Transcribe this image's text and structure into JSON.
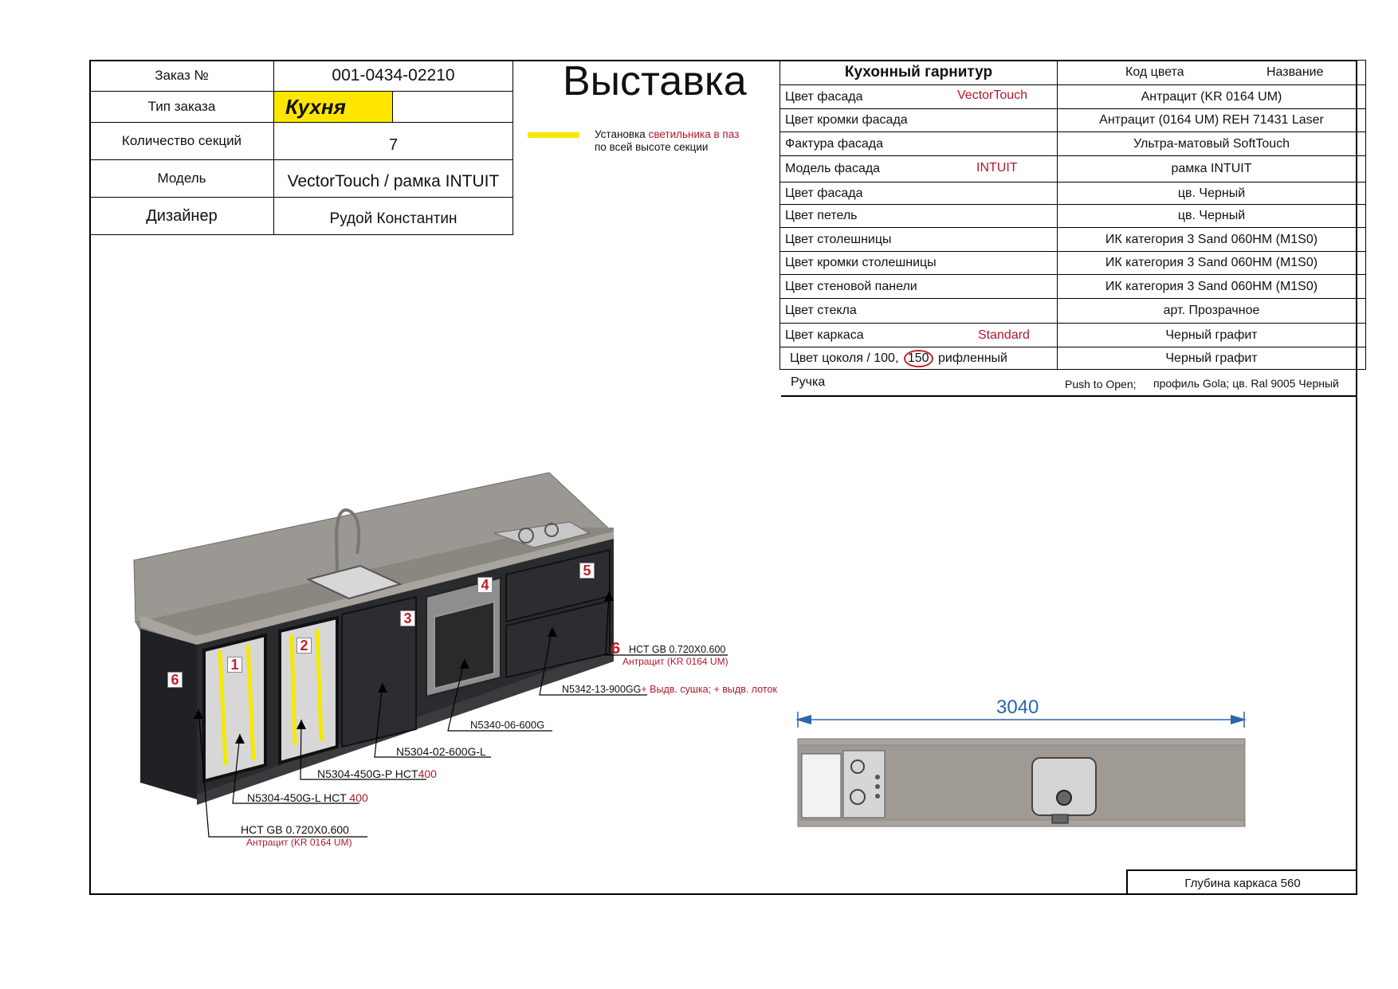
{
  "title": "Выставка",
  "order": {
    "rows": [
      {
        "label": "Заказ №",
        "value": "001-0434-02210"
      },
      {
        "label": "Тип заказа",
        "value": "Кухня"
      },
      {
        "label": "Количество секций",
        "value": "7"
      },
      {
        "label": "Модель",
        "value": "VectorTouch / рамка INTUIT"
      },
      {
        "label": "Дизайнер",
        "value": "Рудой Константин"
      }
    ]
  },
  "legend": {
    "line1_prefix": "Установка",
    "line1_red": "светильника в паз",
    "line2": "по всей высоте секции",
    "color": "#f5e900"
  },
  "specs": {
    "header": {
      "label": "Кухонный гарнитур",
      "code_col": "Код цвета",
      "name_col": "Название"
    },
    "rows": [
      {
        "label": "Цвет фасада",
        "note": "VectorTouch",
        "value": "Антрацит (KR 0164 UM)"
      },
      {
        "label": "Цвет кромки фасада",
        "note": "",
        "value": "Антрацит (0164 UM) REH 71431 Laser"
      },
      {
        "label": "Фактура фасада",
        "note": "",
        "value": "Ультра-матовый SoftTouch"
      },
      {
        "label": "Модель фасада",
        "note": "INTUIT",
        "value": "рамка INTUIT"
      },
      {
        "label": "Цвет фасада",
        "note": "",
        "value": "цв. Черный"
      },
      {
        "label": "Цвет петель",
        "note": "",
        "value": "цв. Черный"
      },
      {
        "label": "Цвет столешницы",
        "note": "",
        "value": "ИК категория 3 Sand  060HM (M1S0)"
      },
      {
        "label": "Цвет кромки столешницы",
        "note": "",
        "value": "ИК категория 3 Sand  060HM (M1S0)"
      },
      {
        "label": "Цвет стеновой панели",
        "note": "",
        "value": "ИК категория 3 Sand  060HM (M1S0)"
      },
      {
        "label": "Цвет стекла",
        "note": "",
        "value": "арт. Прозрачное"
      },
      {
        "label": "Цвет каркаса",
        "note": "Standard",
        "value": "Черный графит"
      }
    ],
    "plinth": {
      "prefix": "Цвет цоколя / 100,",
      "circled": "150",
      "suffix": "рифленный",
      "value": "Черный графит"
    },
    "handle": {
      "label": "Ручка",
      "opening": "Push to Open;",
      "value": "профиль Gola; цв. Ral 9005 Черный"
    }
  },
  "drawing": {
    "markers": [
      "1",
      "2",
      "3",
      "4",
      "5",
      "6",
      "6"
    ],
    "callouts": {
      "c1": {
        "code": "HCT GB 0.720X0.600",
        "note": "Антрацит (KR 0164 UM)"
      },
      "c2": {
        "code": "N5304-450G-L HCT",
        "note": "400"
      },
      "c3": {
        "code": "N5304-450G-P HCT",
        "note": "400"
      },
      "c4": {
        "code": "N5304-02-600G-L"
      },
      "c5": {
        "code": "N5340-06-600G"
      },
      "c6": {
        "code": "N5342-13-900GG",
        "note": "+ Выдв. сушка; + выдв. лоток"
      },
      "c7": {
        "code": "HCT GB 0.720X0.600",
        "note": "Антрацит (KR 0164 UM)"
      }
    }
  },
  "plan": {
    "width_label": "3040",
    "depth_label": "Глубина каркаса 560"
  }
}
